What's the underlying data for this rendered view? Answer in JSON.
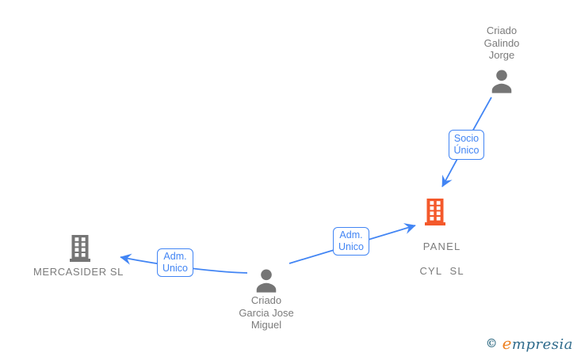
{
  "diagram": {
    "nodes": {
      "person_top": {
        "name_lines": [
          "Criado",
          "Galindo",
          "Jorge"
        ]
      },
      "person_center": {
        "name_lines": [
          "Criado",
          "Garcia Jose",
          "Miguel"
        ]
      },
      "company_left": {
        "name": "MERCASIDER SL"
      },
      "company_right": {
        "name_lines": [
          "PANEL",
          "CYL  SL"
        ]
      }
    },
    "edges": {
      "socio_unico": {
        "label_lines": [
          "Socio",
          "Único"
        ]
      },
      "adm_unico_left": {
        "label_lines": [
          "Adm.",
          "Unico"
        ]
      },
      "adm_unico_right": {
        "label_lines": [
          "Adm.",
          "Unico"
        ]
      }
    },
    "colors": {
      "edge_blue": "#4285f4",
      "icon_gray": "#757575",
      "label_gray": "#7b7b7b",
      "company_highlight_orange": "#f4592b"
    }
  },
  "footer": {
    "logo": {
      "copyright": "©",
      "brand_first_letter": "e",
      "brand_rest": "mpresia"
    }
  }
}
